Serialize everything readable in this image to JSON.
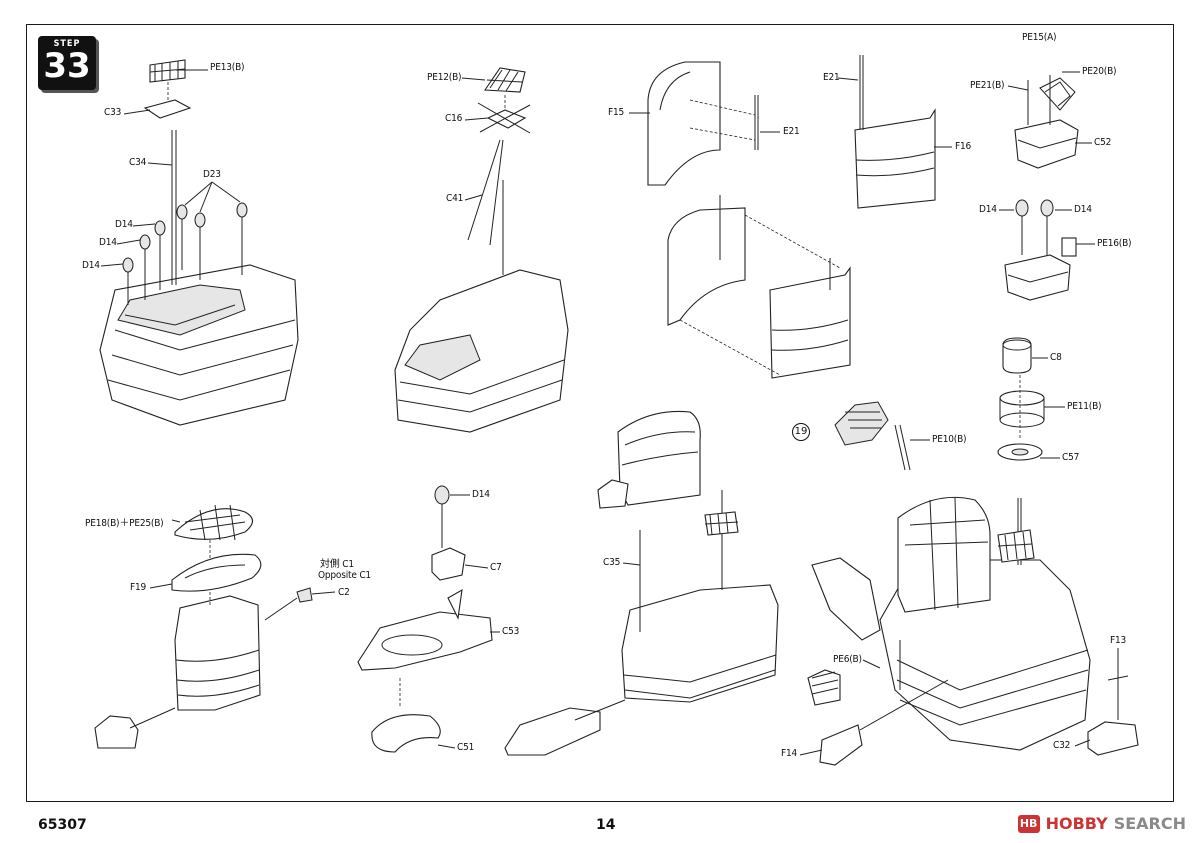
{
  "step": {
    "label": "STEP",
    "number": "33"
  },
  "footer": {
    "code": "65307",
    "page": "14"
  },
  "watermark": {
    "logo": "HB",
    "brand": "HOBBY",
    "search": "SEARCH"
  },
  "ref_circle": "19",
  "labels": {
    "pe13b": "PE13(B)",
    "c33": "C33",
    "c34": "C34",
    "d23": "D23",
    "d14_a": "D14",
    "d14_b": "D14",
    "d14_c": "D14",
    "pe12b": "PE12(B)",
    "c16": "C16",
    "c41": "C41",
    "f15": "F15",
    "e21_a": "E21",
    "e21_b": "E21",
    "f16": "F16",
    "pe15a": "PE15(A)",
    "pe21b": "PE21(B)",
    "pe20b": "PE20(B)",
    "c52": "C52",
    "d14_d": "D14",
    "d14_e": "D14",
    "pe16b": "PE16(B)",
    "c8": "C8",
    "pe11b": "PE11(B)",
    "c57": "C57",
    "pe10b": "PE10(B)",
    "pe18b_pe25b": "PE18(B)＋PE25(B)",
    "f19": "F19",
    "opposite_jp": "対側 C1",
    "opposite_en": "Opposite C1",
    "c2": "C2",
    "d14_f": "D14",
    "c7": "C7",
    "c53": "C53",
    "c51": "C51",
    "c35": "C35",
    "pe6b": "PE6(B)",
    "f14": "F14",
    "f13": "F13",
    "c32": "C32"
  }
}
